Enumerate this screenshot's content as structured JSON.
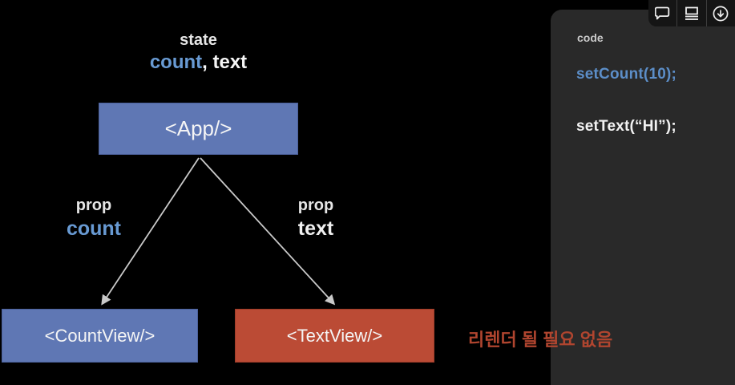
{
  "colors": {
    "background": "#000000",
    "panel": "#292929",
    "toolbar": "#151515",
    "node_blue": "#5f77b4",
    "node_red": "#bb4b35",
    "accent_blue": "#689ad3",
    "code_blue": "#5c8ec8",
    "annotation_red": "#b0452f",
    "arrow": "#c9c9c9"
  },
  "diagram": {
    "state_label": "state",
    "state_var_count": "count",
    "state_var_separator": ", ",
    "state_var_text": "text",
    "nodes": {
      "app": "<App/>",
      "count_view": "<CountView/>",
      "text_view": "<TextView/>"
    },
    "edges": {
      "left": {
        "label": "prop",
        "var": "count"
      },
      "right": {
        "label": "prop",
        "var": "text"
      }
    },
    "annotation": "리렌더 될 필요 없음"
  },
  "code_panel": {
    "title": "code",
    "lines": [
      {
        "text": "setCount(10);"
      },
      {
        "text": "setText(“HI”);"
      }
    ]
  },
  "toolbar": {
    "icons": [
      "comment-icon",
      "transcript-icon",
      "download-icon"
    ]
  }
}
